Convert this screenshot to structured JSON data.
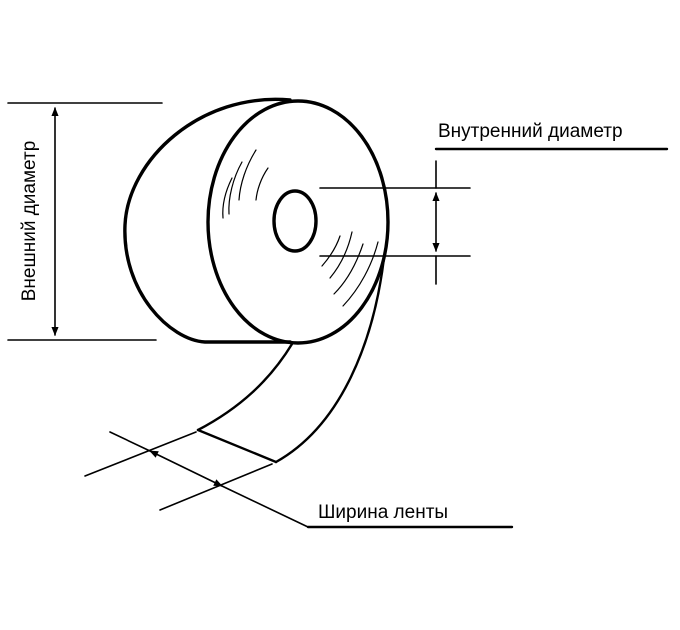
{
  "labels": {
    "outer_diameter": "Внешний диаметр",
    "inner_diameter": "Внутренний диаметр",
    "tape_width": "Ширина ленты"
  },
  "colors": {
    "line": "#000000",
    "background": "#ffffff"
  }
}
